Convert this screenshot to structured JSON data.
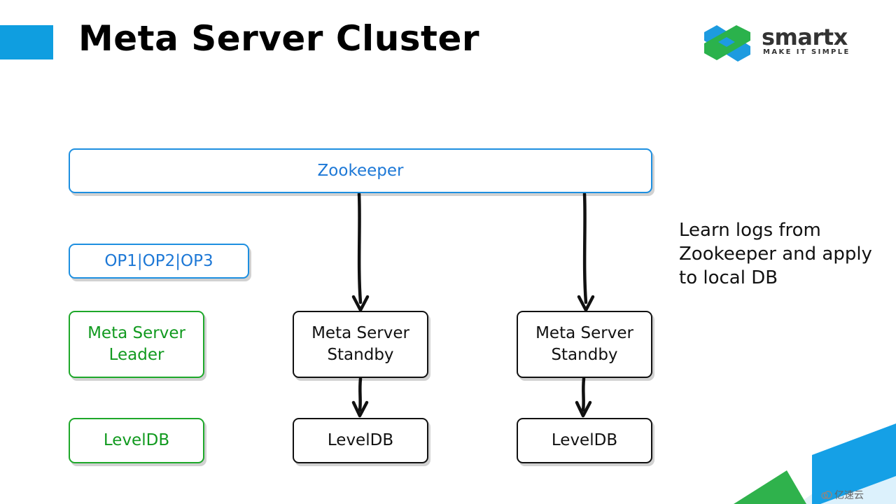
{
  "slide": {
    "title": "Meta Server Cluster",
    "accent_color": "#0f9ee0"
  },
  "logo": {
    "wordmark": "smartx",
    "tagline": "MAKE IT SIMPLE",
    "icon": "smartx-x-logo-icon",
    "colors": [
      "#1d9be0",
      "#2bb24c"
    ]
  },
  "diagram": {
    "zookeeper": "Zookeeper",
    "ops": "OP1|OP2|OP3",
    "leader": "Meta Server\nLeader",
    "leader_db": "LevelDB",
    "standby1": "Meta Server\nStandby",
    "standby1_db": "LevelDB",
    "standby2": "Meta Server\nStandby",
    "standby2_db": "LevelDB",
    "colors": {
      "zookeeper": "#1d8fe0",
      "leader": "#1ea82a",
      "standby": "#111111"
    }
  },
  "note": "Learn logs from\nZookeeper and apply\nto local DB",
  "watermark": {
    "text": "亿速云",
    "icon": "cloud-icon"
  }
}
